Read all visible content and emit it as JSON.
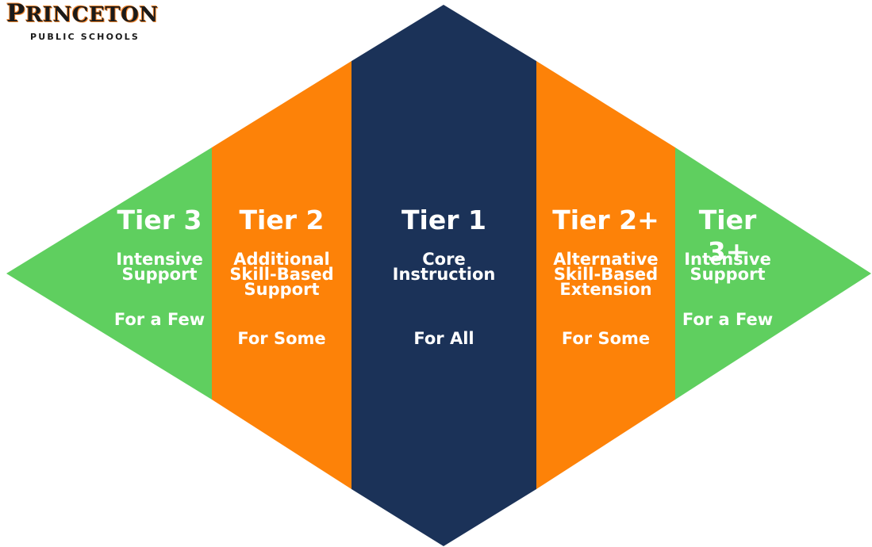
{
  "logo": {
    "title_initial": "P",
    "title_rest": "RINCETON",
    "subtitle": "PUBLIC SCHOOLS"
  },
  "colors": {
    "green": "#5fcf5f",
    "orange": "#fd8208",
    "navy": "#1b3258"
  },
  "tiers": [
    {
      "id": "tier3",
      "title": "Tier 3",
      "desc": [
        "Intensive",
        "Support"
      ],
      "who": "For a Few"
    },
    {
      "id": "tier2",
      "title": "Tier 2",
      "desc": [
        "Additional",
        "Skill-Based",
        "Support"
      ],
      "who": "For Some"
    },
    {
      "id": "tier1",
      "title": "Tier 1",
      "desc": [
        "Core",
        "Instruction"
      ],
      "who": "For All"
    },
    {
      "id": "tier2-plus",
      "title": "Tier 2+",
      "desc": [
        "Alternative",
        "Skill-Based",
        "Extension"
      ],
      "who": "For Some"
    },
    {
      "id": "tier3-plus",
      "title": "Tier 3+",
      "desc": [
        "Intensive",
        "Support"
      ],
      "who": "For a Few"
    }
  ]
}
